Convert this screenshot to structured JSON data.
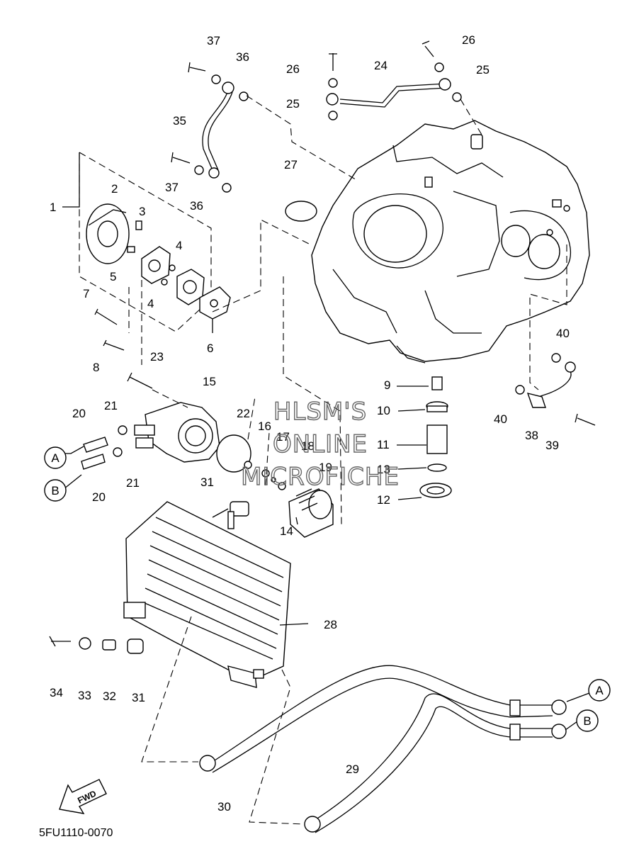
{
  "diagram": {
    "code": "5FU1110-0070",
    "fwd": "FWD",
    "watermark": [
      "HLSM'S",
      "ONLINE",
      "MICROFICHE"
    ],
    "labels": {
      "p1": "1",
      "p2": "2",
      "p3": "3",
      "p4a": "4",
      "p4b": "4",
      "p5": "5",
      "p6": "6",
      "p7": "7",
      "p8": "8",
      "p9": "9",
      "p10": "10",
      "p11": "11",
      "p12": "12",
      "p13": "13",
      "p14": "14",
      "p15": "15",
      "p16": "16",
      "p17": "17",
      "p18": "18",
      "p19": "19",
      "p20a": "20",
      "p20b": "20",
      "p21a": "21",
      "p21b": "21",
      "p22": "22",
      "p23": "23",
      "p24": "24",
      "p25a": "25",
      "p25b": "25",
      "p26a": "26",
      "p26b": "26",
      "p27": "27",
      "p28": "28",
      "p29": "29",
      "p30": "30",
      "p31a": "31",
      "p31b": "31",
      "p32": "32",
      "p33": "33",
      "p34": "34",
      "p35": "35",
      "p36a": "36",
      "p36b": "36",
      "p37a": "37",
      "p37b": "37",
      "p38": "38",
      "p39": "39",
      "p40a": "40",
      "p40b": "40"
    },
    "connectors": {
      "a_left": "A",
      "b_left": "B",
      "a_right": "A",
      "b_right": "B"
    }
  }
}
